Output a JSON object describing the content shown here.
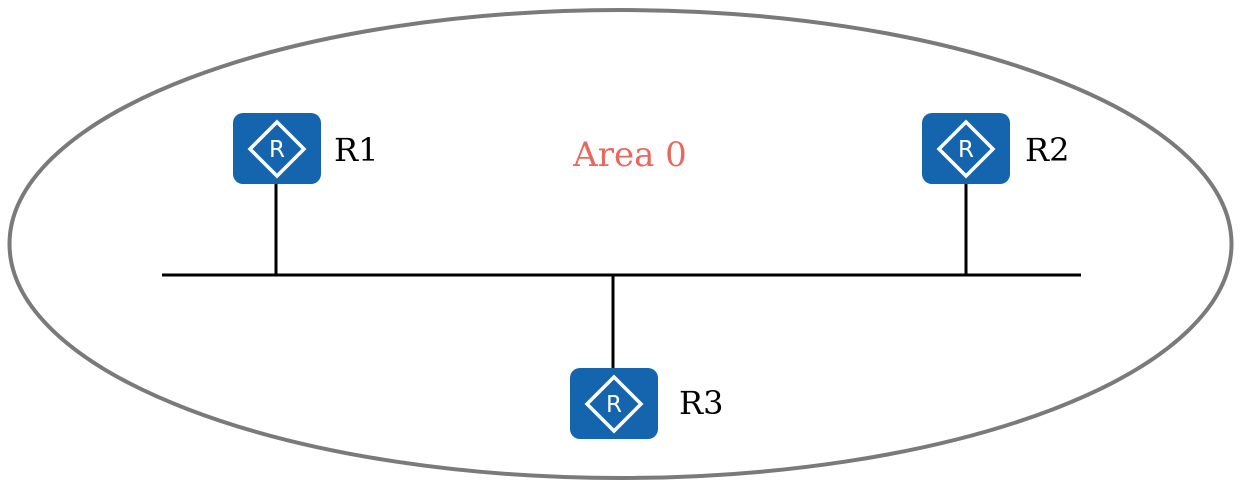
{
  "area": {
    "label": "Area 0",
    "label_color": "#e8675f",
    "border_color": "#7a7a7a"
  },
  "routers": [
    {
      "name": "R1",
      "icon": "router-icon",
      "glyph": "R"
    },
    {
      "name": "R2",
      "icon": "router-icon",
      "glyph": "R"
    },
    {
      "name": "R3",
      "icon": "router-icon",
      "glyph": "R"
    }
  ],
  "colors": {
    "router_fill": "#1464ae",
    "router_symbol": "#ffffff",
    "link": "#000000",
    "text": "#000000"
  }
}
